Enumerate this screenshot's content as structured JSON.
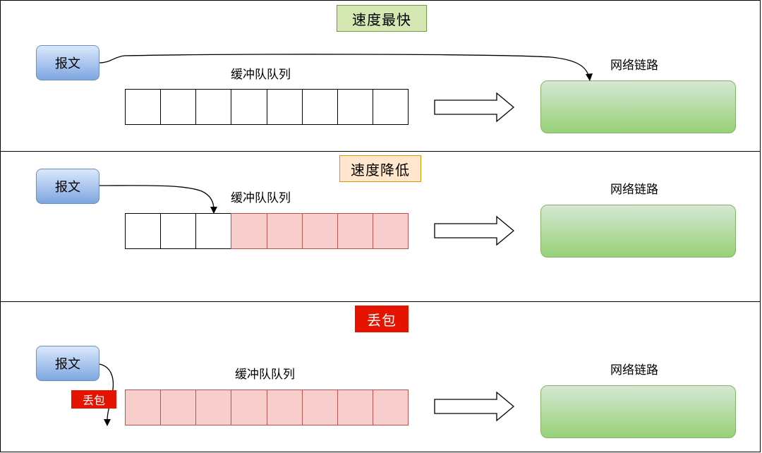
{
  "panels": [
    {
      "title": "速度最快",
      "packet": "报文",
      "queue_label": "缓冲队队列",
      "link_label": "网络链路",
      "queue_cells": [
        "empty",
        "empty",
        "empty",
        "empty",
        "empty",
        "empty",
        "empty",
        "empty"
      ]
    },
    {
      "title": "速度降低",
      "packet": "报文",
      "queue_label": "缓冲队队列",
      "link_label": "网络链路",
      "queue_cells": [
        "empty",
        "empty",
        "empty",
        "full",
        "full",
        "full",
        "full",
        "full"
      ]
    },
    {
      "title": "丢包",
      "packet": "报文",
      "queue_label": "缓冲队队列",
      "link_label": "网络链路",
      "drop_label": "丢包",
      "queue_cells": [
        "full",
        "full",
        "full",
        "full",
        "full",
        "full",
        "full",
        "full"
      ]
    }
  ],
  "colors": {
    "fast_title_bg": "#d5e8b4",
    "slow_title_bg": "#ffe6cc",
    "drop_red": "#e51400",
    "queue_full": "#f8cecc",
    "link_green": "#97d077",
    "packet_blue": "#7ea6e0"
  }
}
